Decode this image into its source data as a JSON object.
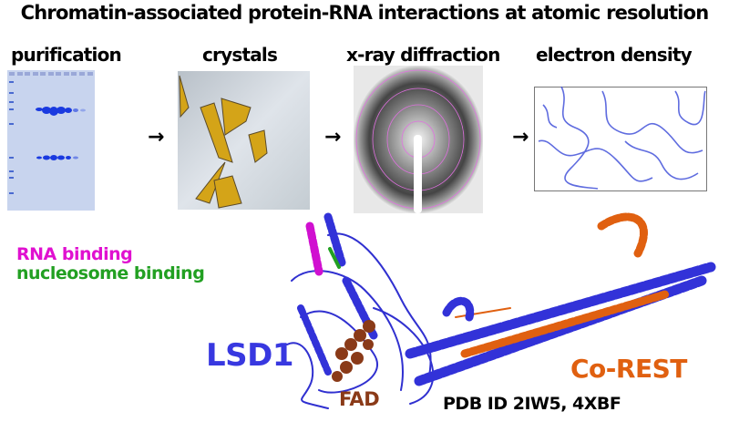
{
  "title": "Chromatin-associated protein-RNA interactions at atomic resolution",
  "steps": [
    {
      "label": "purification"
    },
    {
      "label": "crystals"
    },
    {
      "label": "x-ray diffraction"
    },
    {
      "label": "electron density"
    }
  ],
  "arrow_glyph": "→",
  "structure_labels": {
    "rna": "RNA binding",
    "nucleosome": "nucleosome binding",
    "lsd1": "LSD1",
    "fad": "FAD",
    "corest": "Co-REST",
    "pdb": "PDB ID 2IW5, 4XBF"
  },
  "colors": {
    "rna": "#e010d0",
    "nucleosome": "#22a022",
    "lsd1": "#3838e0",
    "fad": "#8a3a18",
    "corest": "#e06010"
  }
}
